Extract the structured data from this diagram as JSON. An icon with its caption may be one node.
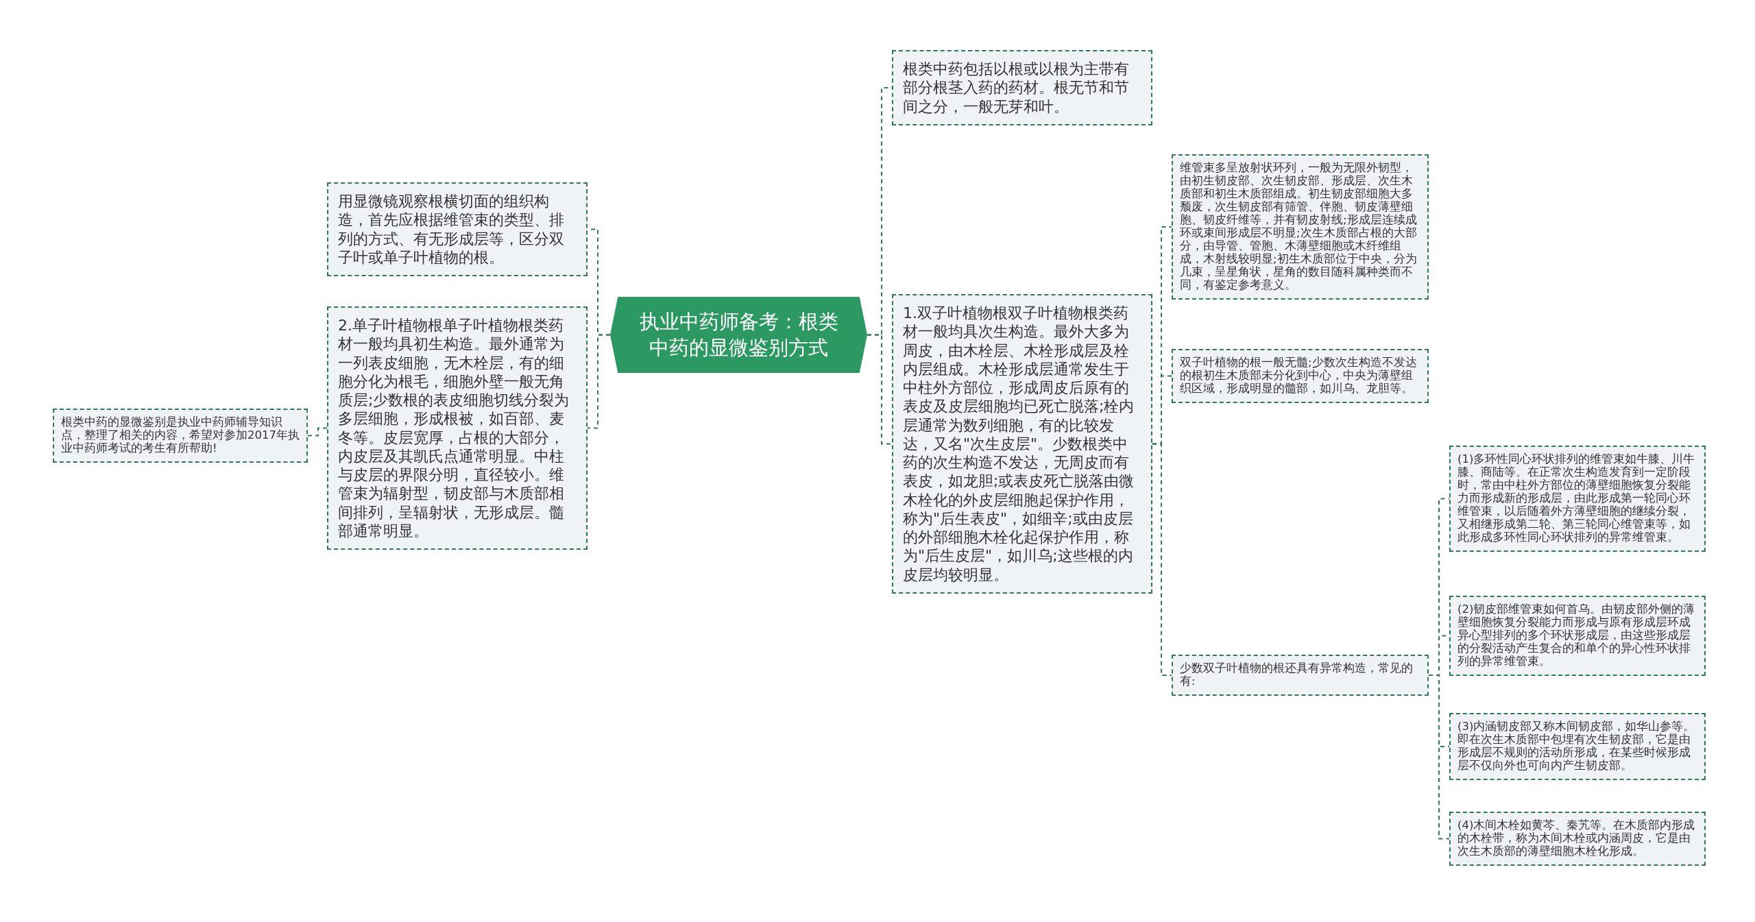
{
  "diagram": {
    "nodes": [
      {
        "text": [
          "执业中药师备考：根类中药的显微鉴别方式"
        ]
      },
      {
        "text": [
          "根类中药包括以根或以根为主带有部分根茎入药的药材。根无节和节间之分，一般无芽和叶。"
        ]
      },
      {
        "text": [
          "1.双子叶植物根双子叶植物根类药材一般均具次生构造。最外大多为周皮，由木栓层、木栓形成层及栓内层组成。木栓形成层通常发生于中柱外方部位，形成周皮后原有的表皮及皮层细胞均已死亡脱落;栓内层通常为数列细胞，有的比较发达，又名\"次生皮层\"。少数根类中药的次生构造不发达，无周皮而有表皮，如龙胆;或表皮死亡脱落由微木栓化的外皮层细胞起保护作用，称为\"后生表皮\"，如细辛;或由皮层的外部细胞木栓化起保护作用，称为\"后生皮层\"，如川乌;这些根的内皮层均较明显。"
        ]
      },
      {
        "text": [
          "维管束多呈放射状环列，一般为无限外韧型，由初生韧皮部、次生韧皮部、形成层、次生木质部和初生木质部组成。初生韧皮部细胞大多颓废，次生韧皮部有筛管、伴胞、韧皮薄壁细胞、韧皮纤维等，并有韧皮射线;形成层连续成环或束间形成层不明显;次生木质部占根的大部分，由导管、管胞、木薄壁细胞或木纤维组成，木射线较明显;初生木质部位于中央，分为几束，呈星角状，星角的数目随科属种类而不同，有鉴定参考意义。"
        ]
      },
      {
        "text": [
          "双子叶植物的根一般无髓;少数次生构造不发达的根初生木质部未分化到中心，中央为薄壁组织区域，形成明显的髓部，如川乌、龙胆等。"
        ]
      },
      {
        "text": [
          "少数双子叶植物的根还具有异常构造，常见的有:"
        ]
      },
      {
        "text": [
          "(1)多环性同心环状排列的维管束如牛膝、川牛膝、商陆等。在正常次生构造发育到一定阶段时，常由中柱外方部位的薄壁细胞恢复分裂能力而形成新的形成层，由此形成第一轮同心环维管束，以后随着外方薄壁细胞的继续分裂，又相继形成第二轮、第三轮同心维管束等，如此形成多环性同心环状排列的异常维管束。"
        ]
      },
      {
        "text": [
          "(2)韧皮部维管束如何首乌。由韧皮部外侧的薄壁细胞恢复分裂能力而形成与原有形成层环成异心型排列的多个环状形成层，由这些形成层的分裂活动产生复合的和单个的异心性环状排列的异常维管束。"
        ]
      },
      {
        "text": [
          "(3)内涵韧皮部又称木间韧皮部，如华山参等。即在次生木质部中包埋有次生韧皮部，它是由形成层不规则的活动所形成，在某些时候形成层不仅向外也可向内产生韧皮部。"
        ]
      },
      {
        "text": [
          "(4)木间木栓如黄芩、秦艽等。在木质部内形成的木栓带，称为木间木栓或内涵周皮，它是由次生木质部的薄壁细胞木栓化形成。"
        ]
      },
      {
        "text": [
          "用显微镜观察根横切面的组织构造，首先应根据维管束的类型、排列的方式、有无形成层等，区分双子叶或单子叶植物的根。"
        ]
      },
      {
        "text": [
          "2.单子叶植物根单子叶植物根类药材一般均具初生构造。最外通常为一列表皮细胞，无木栓层，有的细胞分化为根毛，细胞外壁一般无角质层;少数根的表皮细胞切线分裂为多层细胞，形成根被，如百部、麦冬等。皮层宽厚，占根的大部分，内皮层及其凯氏点通常明显。中柱与皮层的界限分明，直径较小。维管束为辐射型，韧皮部与木质部相间排列，呈辐射状，无形成层。髓部通常明显。"
        ]
      },
      {
        "text": [
          "根类中药的显微鉴别是执业中药师辅导知识点，整理了相关的内容，希望对参加2017年执业中药师考试的考生有所帮助!"
        ]
      }
    ],
    "edges": [
      {
        "from": 0,
        "to": 1,
        "arrow": "none"
      },
      {
        "from": 0,
        "to": 2,
        "arrow": "none"
      },
      {
        "from": 2,
        "to": 3,
        "arrow": "none"
      },
      {
        "from": 2,
        "to": 4,
        "arrow": "none"
      },
      {
        "from": 2,
        "to": 5,
        "arrow": "none"
      },
      {
        "from": 5,
        "to": 6,
        "arrow": "none"
      },
      {
        "from": 5,
        "to": 7,
        "arrow": "none"
      },
      {
        "from": 5,
        "to": 8,
        "arrow": "none"
      },
      {
        "from": 5,
        "to": 9,
        "arrow": "none"
      },
      {
        "from": 0,
        "to": 10,
        "arrow": "none"
      },
      {
        "from": 0,
        "to": 11,
        "arrow": "none"
      },
      {
        "from": 11,
        "to": 12,
        "arrow": "none"
      }
    ]
  }
}
